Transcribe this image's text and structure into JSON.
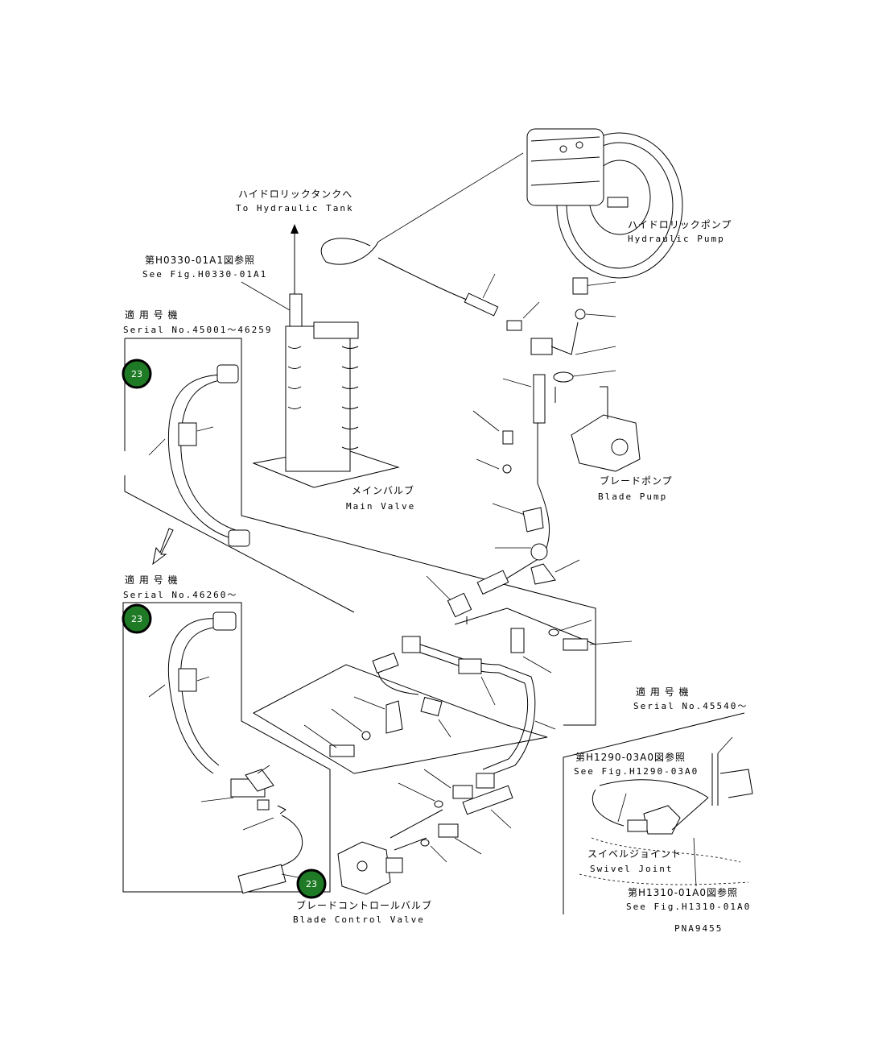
{
  "labels": {
    "tank_jp": "ハイドロリックタンクへ",
    "tank_en": "To Hydraulic Tank",
    "pump_jp": "ハイドロリックポンプ",
    "pump_en": "Hydraulic Pump",
    "fig_h0330_jp": "第H0330-01A1図参照",
    "fig_h0330_en": "See Fig.H0330-01A1",
    "serial1_jp": "適 用 号 機",
    "serial1_en": "Serial No.45001～46259",
    "main_valve_jp": "メインバルブ",
    "main_valve_en": "Main Valve",
    "blade_pump_jp": "ブレードポンプ",
    "blade_pump_en": "Blade Pump",
    "serial2_jp": "適 用 号 機",
    "serial2_en": "Serial No.46260～",
    "serial3_jp": "適 用 号 機",
    "serial3_en": "Serial No.45540～",
    "fig_h1290_jp": "第H1290-03A0図参照",
    "fig_h1290_en": "See Fig.H1290-03A0",
    "swivel_jp": "スイベルジョイント",
    "swivel_en": "Swivel Joint",
    "fig_h1310_jp": "第H1310-01A0図参照",
    "fig_h1310_en": "See Fig.H1310-01A0",
    "blade_cv_jp": "ブレードコントロールバルブ",
    "blade_cv_en": "Blade Control Valve",
    "drawing_no": "PNA9455"
  },
  "callouts": [
    {
      "label": "23"
    },
    {
      "label": "23"
    },
    {
      "label": "23"
    }
  ],
  "colors": {
    "callout_fill": "#1e7a25",
    "line": "#000000",
    "background": "#ffffff"
  }
}
